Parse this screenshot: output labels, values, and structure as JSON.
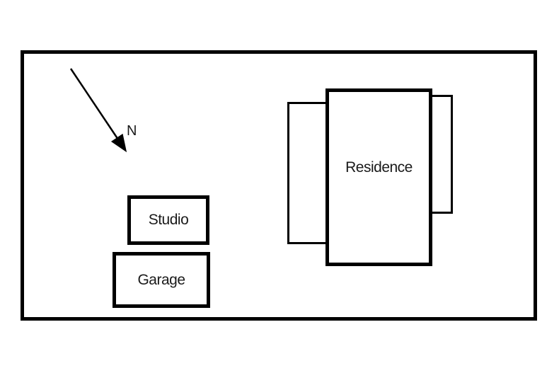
{
  "site_plan": {
    "north_label": "N",
    "buildings": [
      {
        "id": "studio",
        "label": "Studio"
      },
      {
        "id": "garage",
        "label": "Garage"
      },
      {
        "id": "residence",
        "label": "Residence"
      }
    ],
    "colors": {
      "line": "#000000",
      "text": "#1a1a1a",
      "background": "#ffffff"
    }
  }
}
